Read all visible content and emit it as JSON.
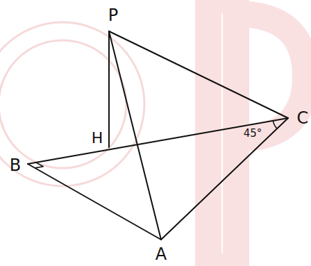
{
  "diagram": {
    "labels": [
      "P",
      "C",
      "H",
      "B",
      "A",
      "45°"
    ]
  }
}
